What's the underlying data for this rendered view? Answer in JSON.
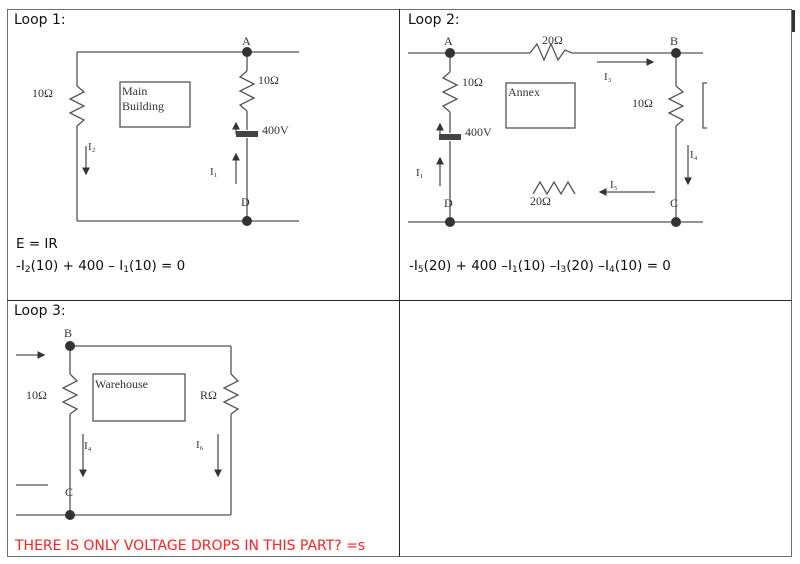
{
  "cells": {
    "loop1": {
      "title": "Loop 1:",
      "equations": [
        "E = IR"
      ],
      "kvl": {
        "parts": [
          "-I",
          "2",
          "(10) + 400 – I",
          "1",
          "(10) = 0"
        ]
      },
      "diagram": {
        "building_label_1": "Main",
        "building_label_2": "Building",
        "node_top": "A",
        "node_bottom": "D",
        "left_resistor": "10Ω",
        "right_resistor": "10Ω",
        "source": "400V",
        "current_left": "I₂",
        "current_right": "I₁"
      }
    },
    "loop2": {
      "title": "Loop 2:",
      "kvl": {
        "parts": [
          "-I",
          "5",
          "(20) + 400 –I",
          "1",
          "(10) –I",
          "3",
          "(20) –I",
          "4",
          "(10) = 0"
        ]
      },
      "diagram": {
        "building_label": "Annex",
        "node_a": "A",
        "node_b": "B",
        "node_c": "C",
        "node_d": "D",
        "top_resistor": "20Ω",
        "bottom_resistor": "20Ω",
        "left_resistor": "10Ω",
        "right_resistor": "10Ω",
        "source": "400V",
        "current_i1": "I₁",
        "current_i3": "I₃",
        "current_i4": "I₄",
        "current_i5": "I₅"
      }
    },
    "loop3": {
      "title": "Loop 3:",
      "note": "THERE IS ONLY VOLTAGE DROPS IN THIS PART? =s",
      "diagram": {
        "building_label": "Warehouse",
        "node_top": "B",
        "node_bottom": "C",
        "left_resistor": "10Ω",
        "right_resistor": "RΩ",
        "current_left": "I₄",
        "current_right": "I₆"
      }
    },
    "empty": {}
  },
  "colors": {
    "note": "#ff2020",
    "wire": "#555555",
    "node": "#333333"
  }
}
